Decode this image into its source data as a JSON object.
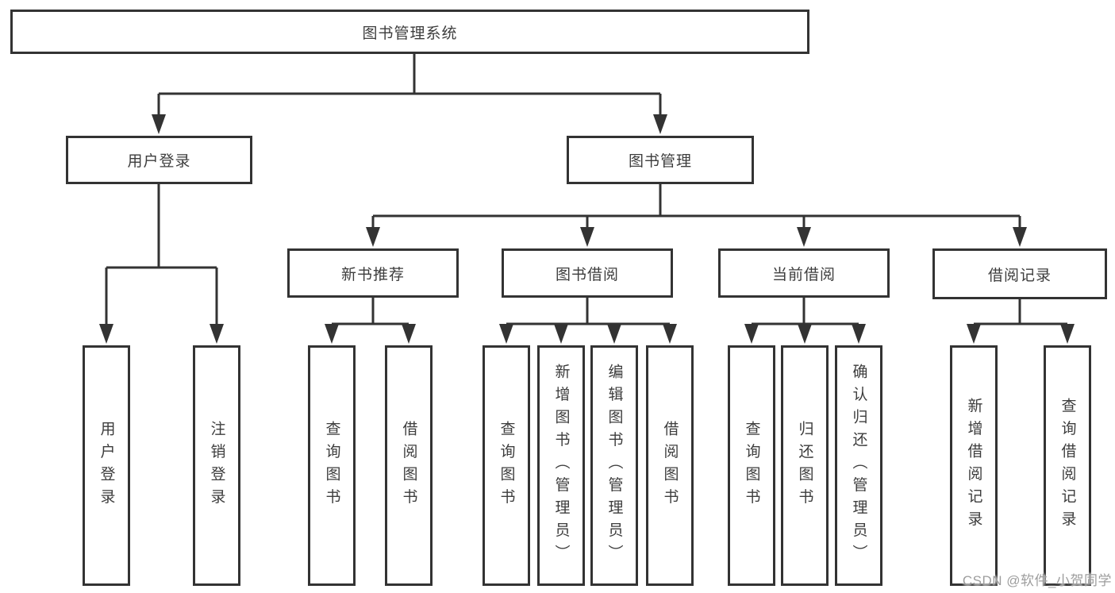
{
  "diagram": {
    "root": {
      "label": "图书管理系统"
    },
    "level2": [
      {
        "label": "用户登录"
      },
      {
        "label": "图书管理"
      }
    ],
    "level3": [
      {
        "label": "新书推荐"
      },
      {
        "label": "图书借阅"
      },
      {
        "label": "当前借阅"
      },
      {
        "label": "借阅记录"
      }
    ],
    "leaves": [
      {
        "label": "用户登录"
      },
      {
        "label": "注销登录"
      },
      {
        "label": "查询图书"
      },
      {
        "label": "借阅图书"
      },
      {
        "label": "查询图书"
      },
      {
        "label": "新增图书（管理员）"
      },
      {
        "label": "编辑图书（管理员）"
      },
      {
        "label": "借阅图书"
      },
      {
        "label": "查询图书"
      },
      {
        "label": "归还图书"
      },
      {
        "label": "确认归还（管理员）"
      },
      {
        "label": "新增借阅记录"
      },
      {
        "label": "查询借阅记录"
      }
    ]
  },
  "watermark": {
    "text": "CSDN @软件_小贺同学"
  },
  "colors": {
    "line": "#333333",
    "text": "#3d3d3d",
    "watermark": "#9d9d9d",
    "background": "#ffffff"
  }
}
